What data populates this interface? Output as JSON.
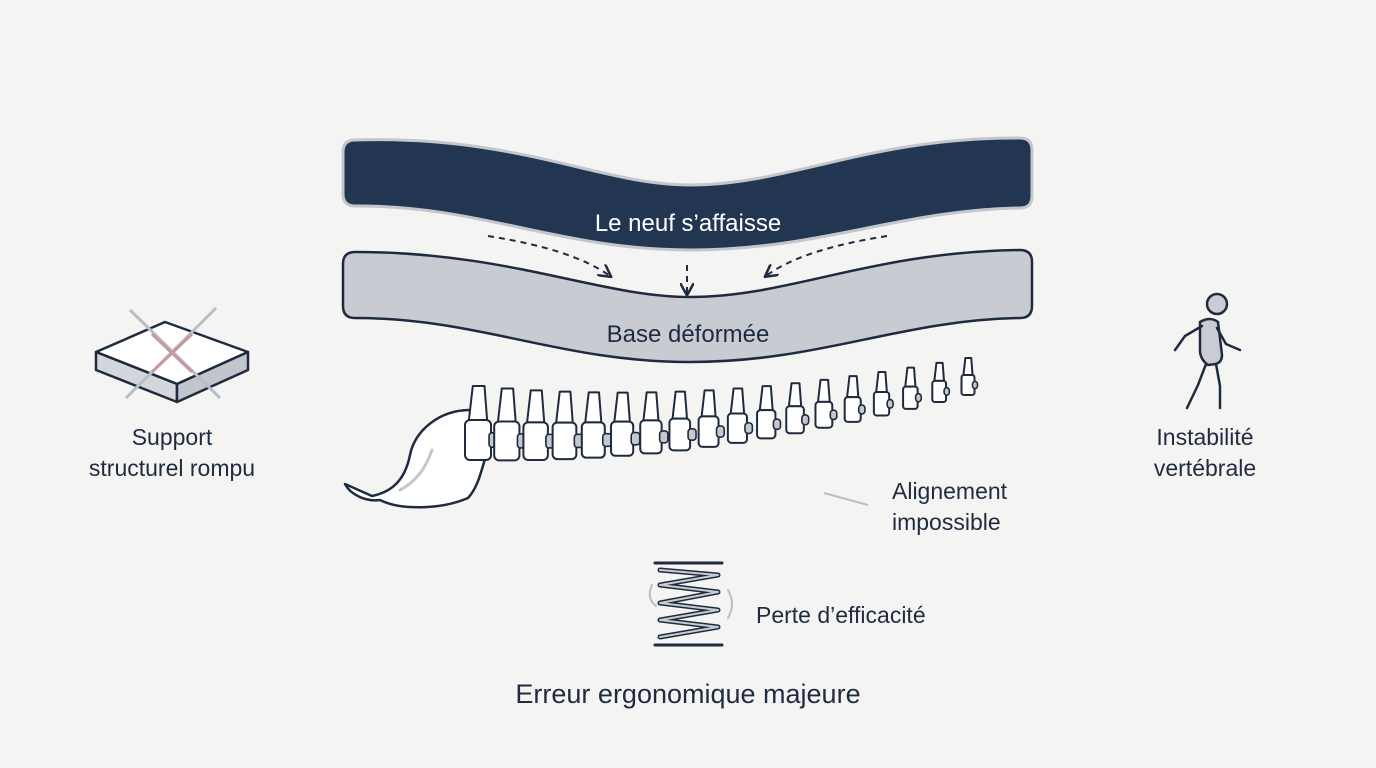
{
  "colors": {
    "background": "#f4f4f3",
    "navy": "#233651",
    "gray_panel": "#c8ccd2",
    "line": "#1e2b3f",
    "accent_red": "#c79a9a",
    "light_gray": "#b9bec6"
  },
  "top_layer": {
    "label": "Le neuf s’affaisse"
  },
  "base_layer": {
    "label": "Base déformée"
  },
  "left_item": {
    "icon": "broken-mattress-icon",
    "line1": "Support",
    "line2": "structurel rompu"
  },
  "right_item": {
    "icon": "walking-person-icon",
    "line1": "Instabilité",
    "line2": "vertébrale"
  },
  "spine": {
    "icon": "spine-icon",
    "line1": "Alignement",
    "line2": "impossible"
  },
  "spring": {
    "icon": "spring-icon",
    "label": "Perte d’efficacité"
  },
  "footer": {
    "title": "Erreur ergonomique majeure"
  }
}
